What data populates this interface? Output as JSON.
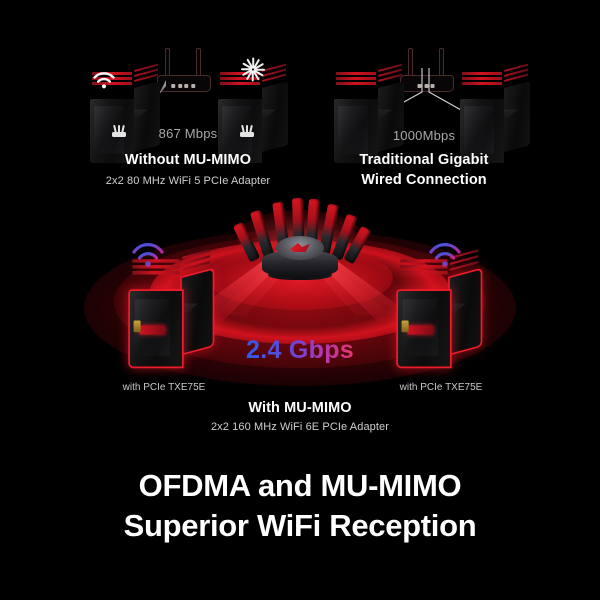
{
  "background": "#000000",
  "headline": {
    "line1": "OFDMA and MU-MIMO",
    "line2": "Superior WiFi Reception",
    "color": "#ffffff"
  },
  "panels": [
    {
      "id": "without-mumimo",
      "speed_label": "867 Mbps",
      "title": "Without MU-MIMO",
      "subtitle": "2x2 80 MHz WiFi 5 PCIe Adapter",
      "left_client_icon": "wifi-icon",
      "right_client_icon": "loading-burst-icon",
      "router_icon": "router-icon",
      "beam_color": "#8d8d8d"
    },
    {
      "id": "traditional-wired",
      "speed_label": "1000Mbps",
      "title_line1": "Traditional Gigabit",
      "title_line2": "Wired Connection",
      "router_icon": "router-icon",
      "cable_color": "#cfcfcf"
    }
  ],
  "mumimo": {
    "speed_label": "2.4 Gbps",
    "speed_gradient_from": "#2f5ce8",
    "speed_gradient_to": "#e8356d",
    "title": "With MU-MIMO",
    "subtitle": "2x2 160 MHz WiFi 6E PCIe Adapter",
    "left_client_label": "with PCIe TXE75E",
    "right_client_label": "with PCIe TXE75E",
    "left_client_icon": "wifi-icon",
    "right_client_icon": "wifi-icon",
    "router_icon": "gaming-router-8-antenna-icon",
    "glow_color": "#d61320",
    "client_outline_color": "#ee1b2a"
  }
}
